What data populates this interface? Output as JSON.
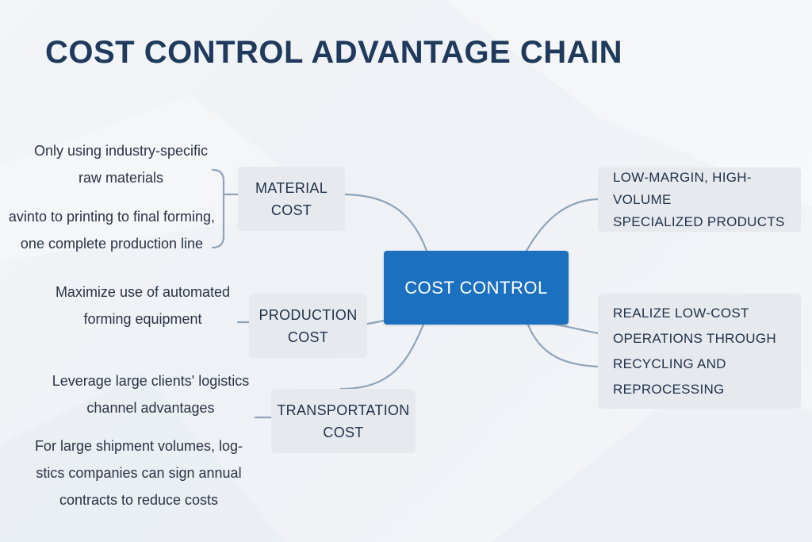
{
  "title": "COST CONTROL ADVANTAGE CHAIN",
  "center": "COST CONTROL",
  "left_branches": [
    {
      "label": "MATERIAL\nCOST",
      "leaves": [
        "Only using industry-specific\nraw materials",
        "avinto to printing to final forming,\none complete production line"
      ]
    },
    {
      "label": "PRODUCTION\nCOST",
      "leaves": [
        "Maximize use of automated\nforming equipment"
      ]
    },
    {
      "label": "TRANSPORTATION\nCOST",
      "leaves": [
        "Leverage large clients' logistics\nchannel advantages",
        "For large shipment volumes, log-\nstics companies can sign annual\ncontracts to reduce costs"
      ]
    }
  ],
  "right_branches": [
    {
      "label": "LOW-MARGIN, HIGH-VOLUME\nSPECIALIZED PRODUCTS"
    },
    {
      "label": "REALIZE LOW-COST\nOPERATIONS THROUGH\nRECYCLING AND\nREPROCESSING"
    }
  ],
  "colors": {
    "title": "#1f3a5c",
    "center_fill": "#1c70c0",
    "node_fill": "#e6e9ee",
    "connector": "#8fa3b8"
  }
}
